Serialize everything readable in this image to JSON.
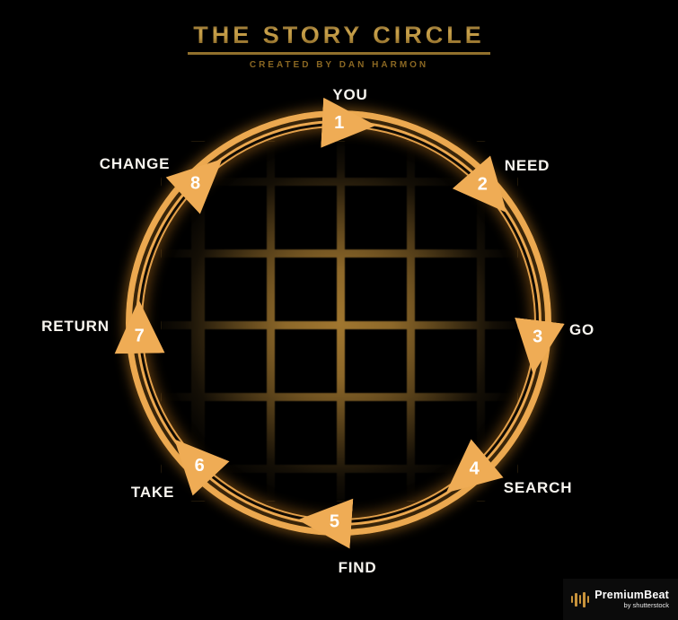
{
  "header": {
    "title": "THE STORY CIRCLE",
    "subtitle": "CREATED BY DAN HARMON"
  },
  "diagram": {
    "steps": [
      {
        "num": "1",
        "label": "YOU"
      },
      {
        "num": "2",
        "label": "NEED"
      },
      {
        "num": "3",
        "label": "GO"
      },
      {
        "num": "4",
        "label": "SEARCH"
      },
      {
        "num": "5",
        "label": "FIND"
      },
      {
        "num": "6",
        "label": "TAKE"
      },
      {
        "num": "7",
        "label": "RETURN"
      },
      {
        "num": "8",
        "label": "CHANGE"
      }
    ]
  },
  "colors": {
    "accent": "#EFAC55",
    "ring": "#ECA950",
    "grid_line": "#A0762F",
    "title_gold": "#C9A04A",
    "label_text": "#F8F5EF",
    "background": "#000000"
  },
  "footer": {
    "brand": "PremiumBeat",
    "byline": "by shutterstock",
    "logo_icon": "equalizer-bars-icon"
  }
}
